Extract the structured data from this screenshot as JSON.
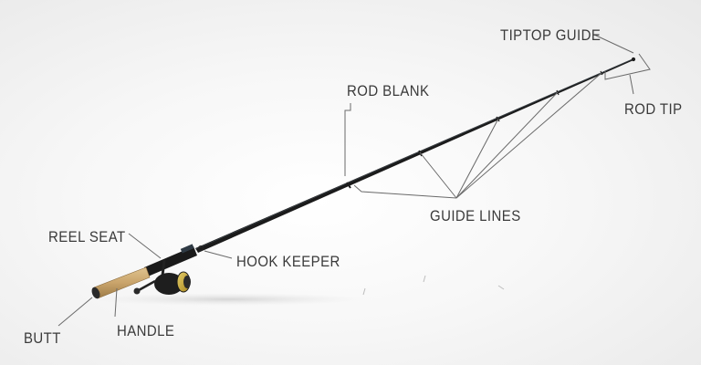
{
  "labels": {
    "tiptop_guide": "TIPTOP GUIDE",
    "rod_tip": "ROD TIP",
    "rod_blank": "ROD BLANK",
    "guide_lines": "GUIDE LINES",
    "reel_seat": "REEL SEAT",
    "hook_keeper": "HOOK KEEPER",
    "butt": "BUTT",
    "handle": "HANDLE"
  },
  "colors": {
    "label_text": "#3a3a3a",
    "leader_line": "#6a6a6a",
    "rod_blank": "#1b1b1b",
    "cork": "#c9a46b",
    "reel_accent": "#c8a93a",
    "background": "#f4f4f4"
  }
}
